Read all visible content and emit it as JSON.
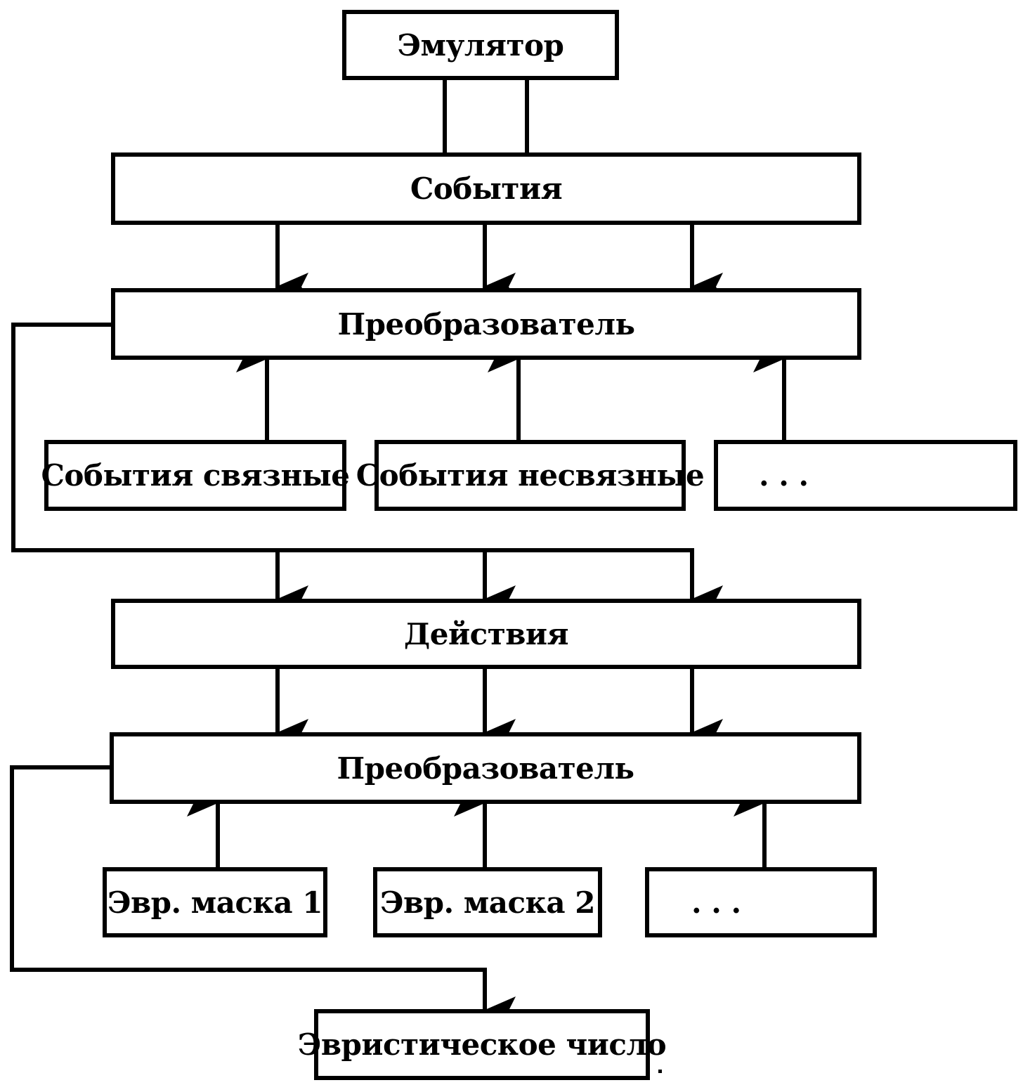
{
  "diagram": {
    "nodes": {
      "emulator": "Эмулятор",
      "events": "События",
      "converter_1": "Преобразователь",
      "events_connected": "События связные",
      "events_unconnected": "События несвязные",
      "events_more": ". . .",
      "actions": "Действия",
      "converter_2": "Преобразователь",
      "heuristic_mask_1": "Эвр. маска 1",
      "heuristic_mask_2": "Эвр. маска 2",
      "masks_more": ". . .",
      "heuristic_number": "Эвристическое число"
    },
    "edges": [
      {
        "from": "emulator",
        "to": "events",
        "arrow": false
      },
      {
        "from": "emulator",
        "to": "events",
        "arrow": false
      },
      {
        "from": "events",
        "to": "converter_1"
      },
      {
        "from": "events",
        "to": "converter_1"
      },
      {
        "from": "events",
        "to": "converter_1"
      },
      {
        "from": "events_connected",
        "to": "converter_1"
      },
      {
        "from": "events_unconnected",
        "to": "converter_1"
      },
      {
        "from": "events_more",
        "to": "converter_1"
      },
      {
        "from": "converter_1",
        "to": "actions"
      },
      {
        "from": "converter_1",
        "to": "actions"
      },
      {
        "from": "converter_1",
        "to": "actions"
      },
      {
        "from": "actions",
        "to": "converter_2"
      },
      {
        "from": "actions",
        "to": "converter_2"
      },
      {
        "from": "actions",
        "to": "converter_2"
      },
      {
        "from": "heuristic_mask_1",
        "to": "converter_2"
      },
      {
        "from": "heuristic_mask_2",
        "to": "converter_2"
      },
      {
        "from": "masks_more",
        "to": "converter_2"
      },
      {
        "from": "converter_2",
        "to": "heuristic_number"
      }
    ]
  }
}
